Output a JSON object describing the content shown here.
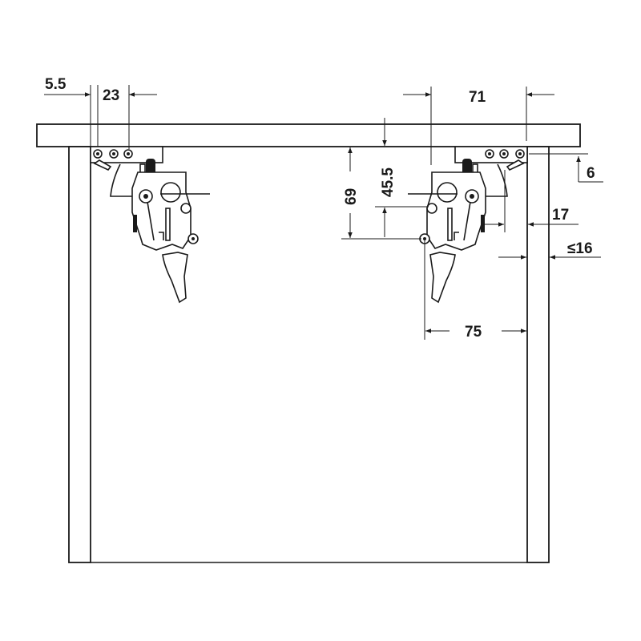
{
  "diagram": {
    "title": "Cabinet hinge mounting dimensions",
    "dimensions": {
      "d_5_5": "5.5",
      "d_23": "23",
      "d_71": "71",
      "d_45_5": "45.5",
      "d_69": "69",
      "d_6": "6",
      "d_17": "17",
      "d_16": "≤16",
      "d_75": "75"
    },
    "colors": {
      "line": "#1a1a1a",
      "background": "#ffffff"
    }
  }
}
